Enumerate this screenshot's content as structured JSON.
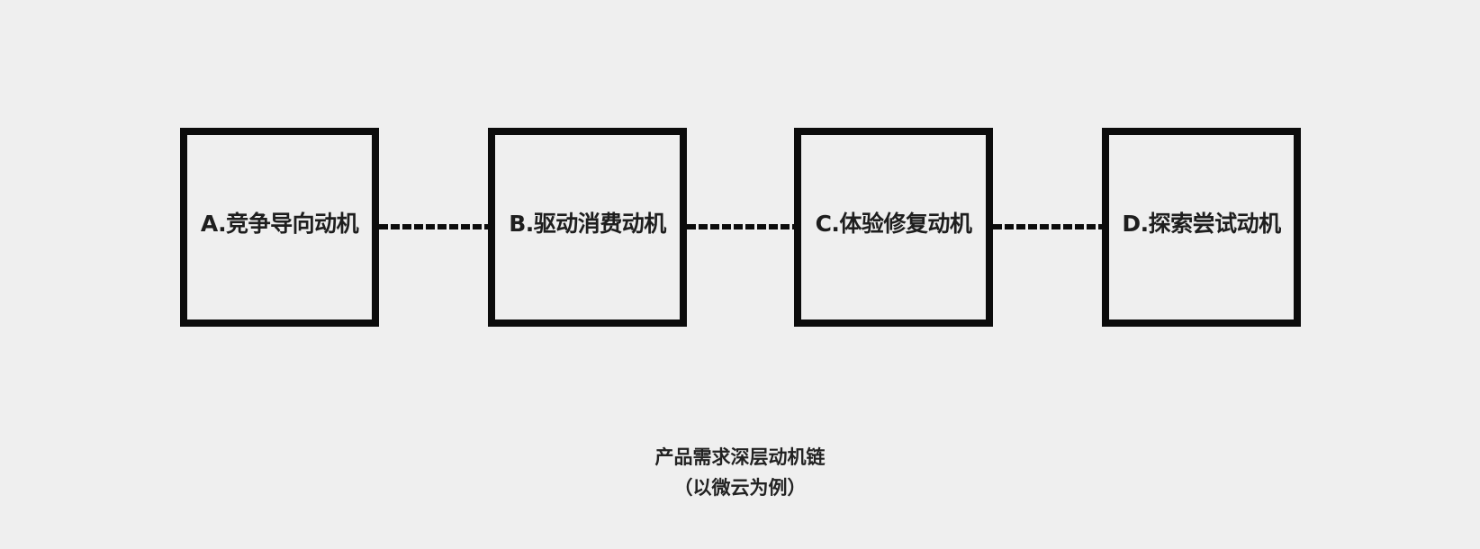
{
  "diagram": {
    "nodes": [
      {
        "id": "A",
        "label": "A.竞争导向动机"
      },
      {
        "id": "B",
        "label": "B.驱动消费动机"
      },
      {
        "id": "C",
        "label": "C.体验修复动机"
      },
      {
        "id": "D",
        "label": "D.探索尝试动机"
      }
    ],
    "edges": [
      {
        "from": "A",
        "to": "B",
        "style": "dashed"
      },
      {
        "from": "B",
        "to": "C",
        "style": "dashed"
      },
      {
        "from": "C",
        "to": "D",
        "style": "dashed"
      }
    ],
    "caption": {
      "title": "产品需求深层动机链",
      "subtitle": "（以微云为例）"
    }
  },
  "colors": {
    "background": "#efefef",
    "stroke": "#0c0c0c",
    "text": "#1e1e1e"
  }
}
